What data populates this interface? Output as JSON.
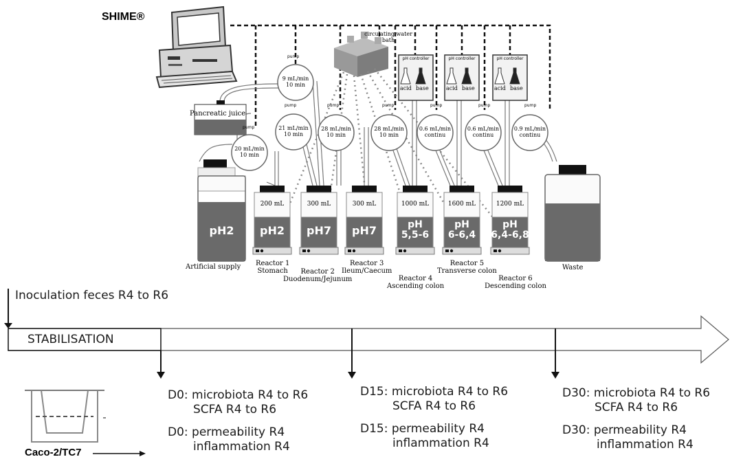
{
  "system_label": "SHIME®",
  "water_bath_label": "circulating water bath",
  "pump_label": "pump",
  "ph_controller_label": "pH controller",
  "acid_label": "acid",
  "base_label": "base",
  "pancreatic_label": "Pancreatic juice",
  "pumps": [
    {
      "rate": "9 mL/min",
      "time": "10 min"
    },
    {
      "rate": "20 mL/min",
      "time": "10 min"
    },
    {
      "rate": "21 mL/min",
      "time": "10 min"
    },
    {
      "rate": "28 mL/min",
      "time": "10 min"
    },
    {
      "rate": "28 mL/min",
      "time": "10 min"
    },
    {
      "rate": "0.6 mL/min",
      "time": "continu"
    },
    {
      "rate": "0.6 mL/min",
      "time": "continu"
    },
    {
      "rate": "0.9 mL/min",
      "time": "continu"
    }
  ],
  "supply": {
    "ph": "pH2",
    "label": "Artificial supply"
  },
  "reactors": [
    {
      "volume": "200 mL",
      "ph": "pH2",
      "name": "Reactor 1",
      "sub": "Stomach"
    },
    {
      "volume": "300 mL",
      "ph": "pH7",
      "name": "Reactor 2",
      "sub": "Duodenum/Jejunum"
    },
    {
      "volume": "300 mL",
      "ph": "pH7",
      "name": "Reactor 3",
      "sub": "Ileum/Caecum"
    },
    {
      "volume": "1000 mL",
      "ph": "pH\n5,5-6",
      "name": "Reactor 4",
      "sub": "Ascending colon"
    },
    {
      "volume": "1600 mL",
      "ph": "pH\n6-6,4",
      "name": "Reactor 5",
      "sub": "Transverse colon"
    },
    {
      "volume": "1200 mL",
      "ph": "pH\n6,4-6,8",
      "name": "Reactor 6",
      "sub": "Descending colon"
    }
  ],
  "waste_label": "Waste",
  "timeline": {
    "inoculation": "Inoculation feces R4 to R6",
    "stabilisation": "STABILISATION"
  },
  "samples": [
    {
      "a1": "D0: microbiota R4 to R6",
      "a2": "SCFA R4 to R6",
      "b1": "D0: permeability R4",
      "b2": "inflammation R4"
    },
    {
      "a1": "D15: microbiota R4 to R6",
      "a2": "SCFA R4 to R6",
      "b1": "D15: permeability R4",
      "b2": "inflammation R4"
    },
    {
      "a1": "D30: microbiota R4 to R6",
      "a2": "SCFA R4 to R6",
      "b1": "D30: permeability R4",
      "b2": "inflammation R4"
    }
  ],
  "cell_model_label": "Caco-2/TC7"
}
